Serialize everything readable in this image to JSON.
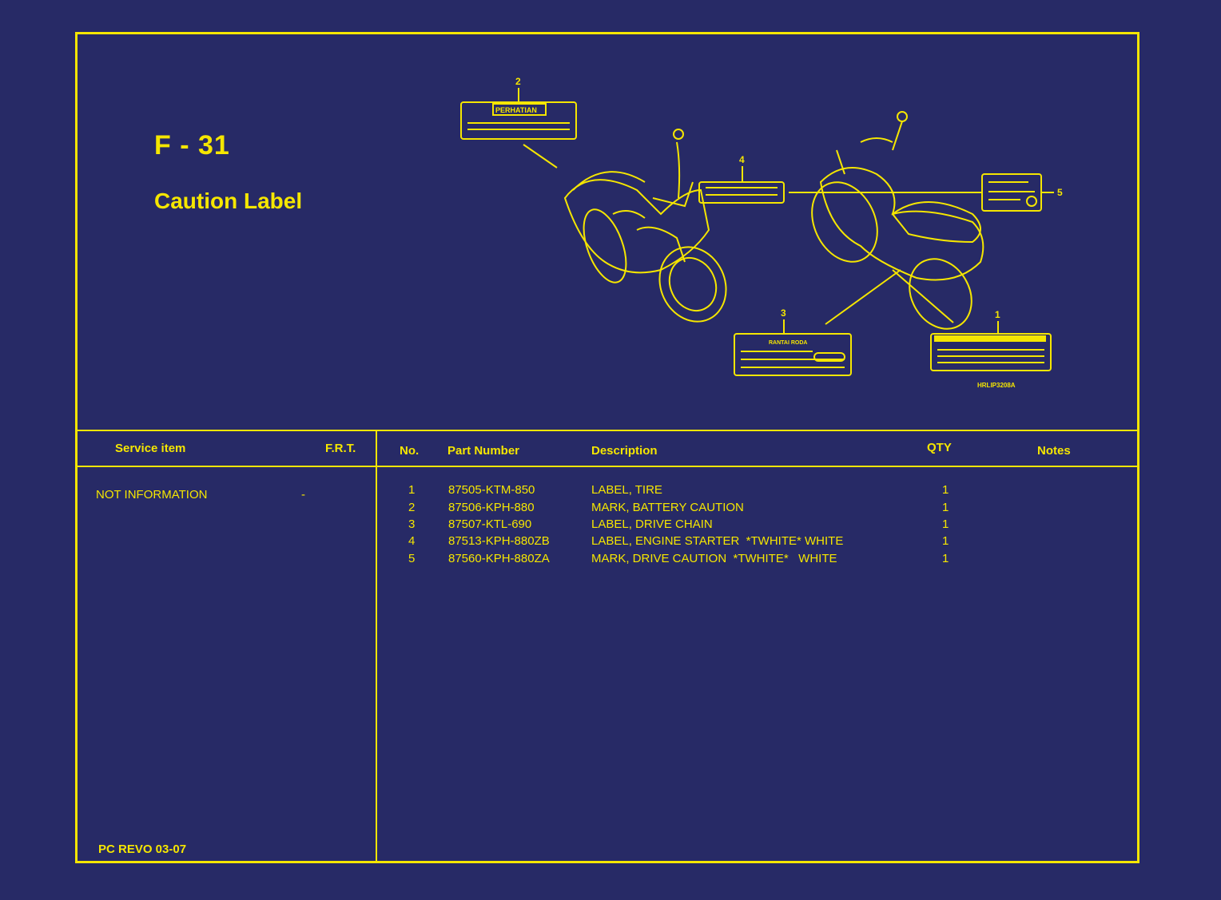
{
  "header": {
    "code": "F - 31",
    "name": "Caution Label"
  },
  "diagram": {
    "callouts": [
      "1",
      "2",
      "3",
      "4",
      "5"
    ],
    "label_perhatian": "PERHATIAN",
    "label_rantai": "RANTAI RODA",
    "figure_code": "HRLIP3208A"
  },
  "service": {
    "col_item": "Service item",
    "col_frt": "F.R.T.",
    "item": "NOT INFORMATION",
    "frt": "-"
  },
  "parts": {
    "col_no": "No.",
    "col_part": "Part Number",
    "col_desc": "Description",
    "col_qty": "QTY",
    "col_notes": "Notes",
    "rows": [
      {
        "no": "1",
        "part": "87505-KTM-850",
        "desc": "LABEL, TIRE",
        "qty": "1"
      },
      {
        "no": "2",
        "part": "87506-KPH-880",
        "desc": "MARK, BATTERY CAUTION",
        "qty": "1"
      },
      {
        "no": "3",
        "part": "87507-KTL-690",
        "desc": "LABEL, DRIVE CHAIN",
        "qty": "1"
      },
      {
        "no": "4",
        "part": "87513-KPH-880ZB",
        "desc": "LABEL, ENGINE STARTER  *TWHITE* WHITE",
        "qty": "1"
      },
      {
        "no": "5",
        "part": "87560-KPH-880ZA",
        "desc": "MARK, DRIVE CAUTION  *TWHITE*   WHITE",
        "qty": "1"
      }
    ]
  },
  "footer": {
    "model": "PC REVO   03-07"
  }
}
